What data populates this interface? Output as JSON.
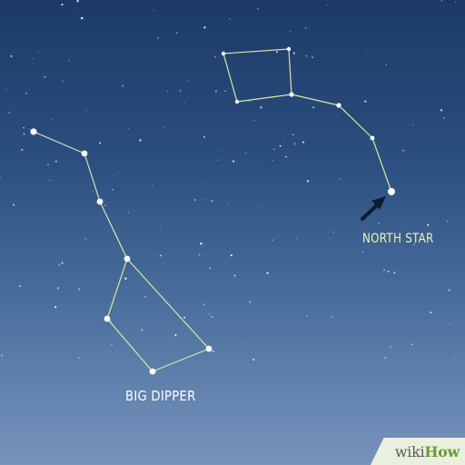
{
  "labels": {
    "big_dipper": "BIG DIPPER",
    "north_star": "NORTH STAR"
  },
  "watermark": {
    "wiki": "wiki",
    "how": "How"
  },
  "colors": {
    "line": "#d9e7a6",
    "star": "#ffffff",
    "north_star_label": "#f1f4a8",
    "arrow": "#0d1b33",
    "watermark_wiki": "#5a5a5a",
    "watermark_how": "#6c9a3c"
  }
}
